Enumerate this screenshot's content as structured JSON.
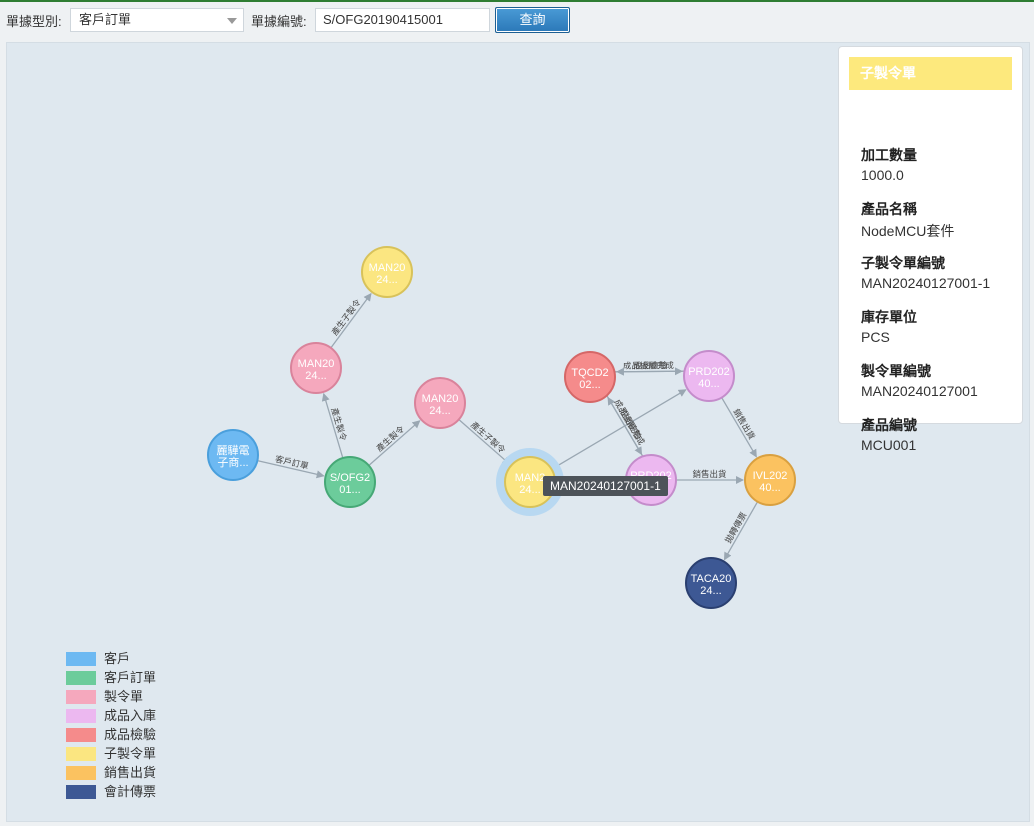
{
  "toolbar": {
    "doc_type_label": "單據型別:",
    "doc_type_value": "客戶訂單",
    "doc_no_label": "單據編號:",
    "doc_no_value": "S/OFG20190415001",
    "query_label": "查詢"
  },
  "colors": {
    "customer": "#6db9f2",
    "customer_order": "#6ccc9b",
    "mfg_order": "#f5a8bd",
    "fg_in": "#ecb8f0",
    "fg_inspect": "#f58b8b",
    "sub_mfg_order": "#fbe681",
    "sales_ship": "#fbc260",
    "accounting_voucher": "#3d5894"
  },
  "graph": {
    "nodes": [
      {
        "id": "cust",
        "type": "customer",
        "line1": "麗驊電",
        "line2": "子商..."
      },
      {
        "id": "so",
        "type": "customer_order",
        "line1": "S/OFG2",
        "line2": "01..."
      },
      {
        "id": "man_a",
        "type": "mfg_order",
        "line1": "MAN20",
        "line2": "24..."
      },
      {
        "id": "man_top",
        "type": "sub_mfg_order",
        "line1": "MAN20",
        "line2": "24..."
      },
      {
        "id": "man_b",
        "type": "mfg_order",
        "line1": "MAN20",
        "line2": "24..."
      },
      {
        "id": "man_sel",
        "type": "sub_mfg_order",
        "line1": "MAN2",
        "line2": "24..."
      },
      {
        "id": "tqc",
        "type": "fg_inspect",
        "line1": "TQCD2",
        "line2": "02..."
      },
      {
        "id": "prd1",
        "type": "fg_in",
        "line1": "PRD202",
        "line2": "40..."
      },
      {
        "id": "prd2",
        "type": "fg_in",
        "line1": "PRD202",
        "line2": "40..."
      },
      {
        "id": "ivl",
        "type": "sales_ship",
        "line1": "IVL202",
        "line2": "40..."
      },
      {
        "id": "taca",
        "type": "accounting_voucher",
        "line1": "TACA20",
        "line2": "24..."
      }
    ],
    "edges": [
      {
        "from": "cust",
        "to": "so",
        "label": "客戶訂單"
      },
      {
        "from": "so",
        "to": "man_a",
        "label": "產生製令"
      },
      {
        "from": "man_a",
        "to": "man_top",
        "label": "產生子製令"
      },
      {
        "from": "so",
        "to": "man_b",
        "label": "產生製令"
      },
      {
        "from": "man_b",
        "to": "man_sel",
        "label": "產生子製令"
      },
      {
        "from": "man_sel",
        "to": "prd1",
        "label": ""
      },
      {
        "from": "tqc",
        "to": "prd1",
        "label": "成品檢驗完成"
      },
      {
        "from": "prd1",
        "to": "tqc",
        "label": "成品檢驗"
      },
      {
        "from": "tqc",
        "to": "prd2",
        "label": "成品檢驗完成"
      },
      {
        "from": "prd2",
        "to": "tqc",
        "label": "成品檢驗"
      },
      {
        "from": "prd1",
        "to": "ivl",
        "label": "銷售出貨"
      },
      {
        "from": "prd2",
        "to": "ivl",
        "label": "銷售出貨"
      },
      {
        "from": "ivl",
        "to": "taca",
        "label": "拋轉傳票"
      }
    ],
    "tooltip": "MAN20240127001-1",
    "selected": "man_sel"
  },
  "panel": {
    "title": "子製令單",
    "fields": [
      {
        "label": "加工數量",
        "value": "1000.0"
      },
      {
        "label": "產品名稱",
        "value": "NodeMCU套件"
      },
      {
        "label": "子製令單編號",
        "value": "MAN20240127001-1"
      },
      {
        "label": "庫存單位",
        "value": "PCS"
      },
      {
        "label": "製令單編號",
        "value": "MAN20240127001"
      },
      {
        "label": "產品編號",
        "value": "MCU001"
      }
    ]
  },
  "legend": [
    {
      "label": "客戶",
      "color": "#6db9f2"
    },
    {
      "label": "客戶訂單",
      "color": "#6ccc9b"
    },
    {
      "label": "製令單",
      "color": "#f5a8bd"
    },
    {
      "label": "成品入庫",
      "color": "#ecb8f0"
    },
    {
      "label": "成品檢驗",
      "color": "#f58b8b"
    },
    {
      "label": "子製令單",
      "color": "#fbe681"
    },
    {
      "label": "銷售出貨",
      "color": "#fbc260"
    },
    {
      "label": "會計傳票",
      "color": "#3d5894"
    }
  ]
}
